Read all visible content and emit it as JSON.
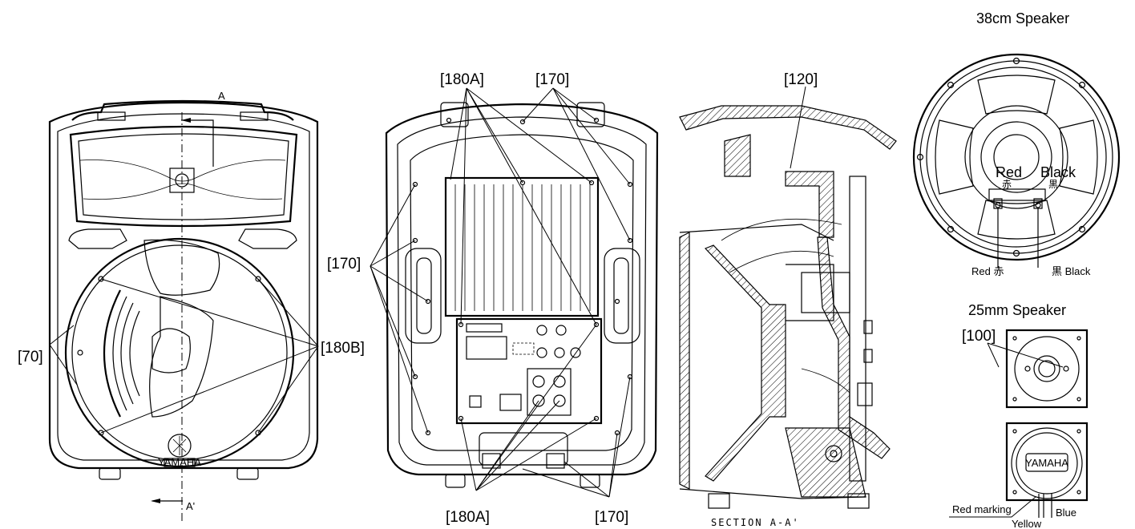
{
  "labels": {
    "front": {
      "a_top": "A",
      "a_bottom": "A'",
      "part_70": "[70]",
      "part_180b": "[180B]",
      "logo_text": "YAMAHA"
    },
    "rear": {
      "part_180a_top": "[180A]",
      "part_170_top": "[170]",
      "part_170_left": "[170]",
      "part_180a_bottom": "[180A]",
      "part_170_bottom": "[170]"
    },
    "section": {
      "part_120": "[120]",
      "caption": "SECTION A-A'"
    },
    "speaker_38": {
      "title": "38cm Speaker",
      "red_en": "Red",
      "red_jp": "赤",
      "black_en": "Black",
      "black_jp": "黒",
      "lead_red": "Red 赤",
      "lead_black": "黒 Black"
    },
    "speaker_25": {
      "title": "25mm Speaker",
      "part_100": "[100]",
      "badge": "YAMAHA",
      "red_marking": "Red marking",
      "yellow": "Yellow",
      "blue": "Blue"
    }
  }
}
